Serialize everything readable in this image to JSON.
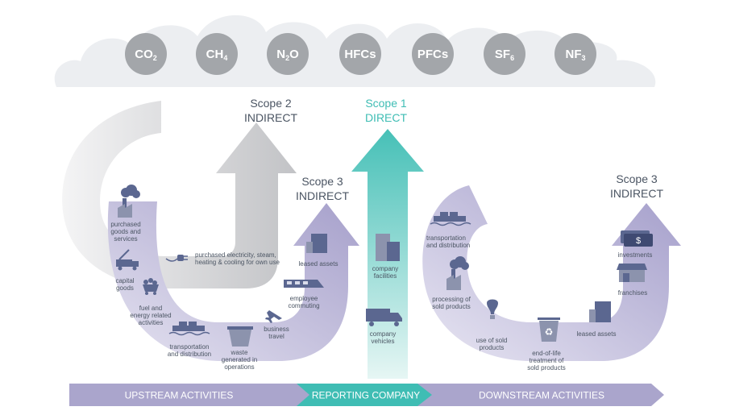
{
  "gases": [
    {
      "base": "CO",
      "sub": "2"
    },
    {
      "base": "CH",
      "sub": "4"
    },
    {
      "base": "N",
      "sub": "2",
      "tail": "O"
    },
    {
      "base": "HFCs",
      "sub": ""
    },
    {
      "base": "PFCs",
      "sub": ""
    },
    {
      "base": "SF",
      "sub": "6"
    },
    {
      "base": "NF",
      "sub": "3"
    }
  ],
  "scopes": {
    "scope2": {
      "line1": "Scope 2",
      "line2": "INDIRECT"
    },
    "scope1": {
      "line1": "Scope 1",
      "line2": "DIRECT"
    },
    "scope3_upstream": {
      "line1": "Scope 3",
      "line2": "INDIRECT"
    },
    "scope3_downstream": {
      "line1": "Scope 3",
      "line2": "INDIRECT"
    }
  },
  "upstream_items": {
    "purchased_goods": [
      "purchased",
      "goods and",
      "services"
    ],
    "capital_goods": [
      "capital",
      "goods"
    ],
    "fuel_energy": [
      "fuel and",
      "energy related",
      "activities"
    ],
    "transport_up": [
      "transportation",
      "and distribution"
    ],
    "waste": [
      "waste",
      "generated in",
      "operations"
    ],
    "business_travel": [
      "business",
      "travel"
    ],
    "employee_commuting": [
      "employee",
      "commuting"
    ],
    "leased_assets_up": [
      "leased assets"
    ]
  },
  "scope2_item": [
    "purchased electricity, steam,",
    "heating & cooling for own use"
  ],
  "company_items": {
    "facilities": [
      "company",
      "facilities"
    ],
    "vehicles": [
      "company",
      "vehicles"
    ]
  },
  "downstream_items": {
    "transport_down": [
      "transportation",
      "and distribution"
    ],
    "processing": [
      "processing of",
      "sold products"
    ],
    "use_sold": [
      "use of sold",
      "products"
    ],
    "end_of_life": [
      "end-of-life",
      "treatment of",
      "sold products"
    ],
    "leased_assets_down": [
      "leased assets"
    ],
    "franchises": [
      "franchises"
    ],
    "investments": [
      "investments"
    ]
  },
  "bar": {
    "upstream": "UPSTREAM ACTIVITIES",
    "reporting": "REPORTING COMPANY",
    "downstream": "DOWNSTREAM ACTIVITIES"
  },
  "colors": {
    "cloud": "#eceef1",
    "gas_circle": "#a3a6aa",
    "scope2_arrow": "#c9cacc",
    "scope1_arrow": "#5ec9c1",
    "scope3_arrow": "#b9b4d6",
    "bar_purple": "#aaa5cc",
    "bar_teal": "#3fbdb4",
    "icon": "#5b6790"
  },
  "icons": {
    "dollar": "$",
    "recycle": "♻"
  }
}
